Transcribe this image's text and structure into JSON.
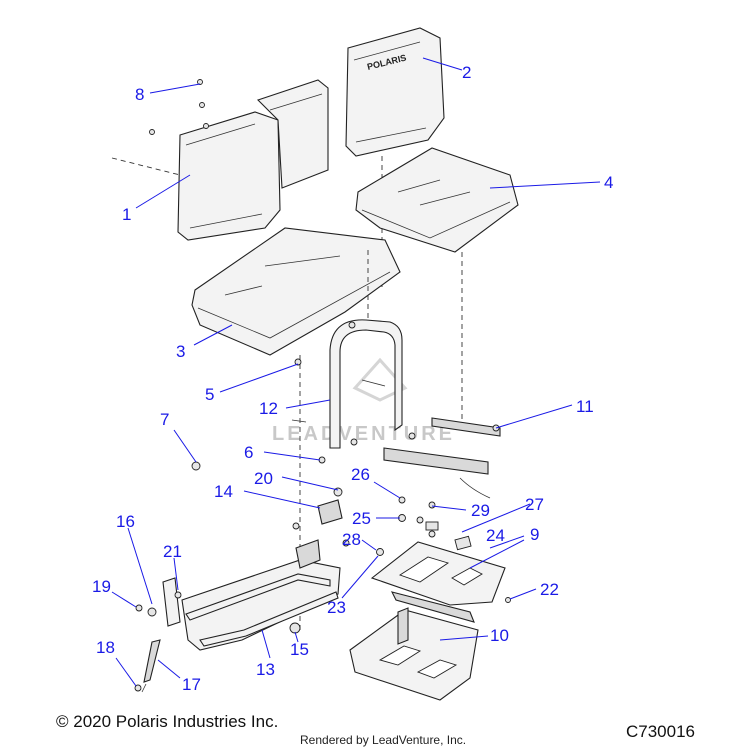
{
  "copyright": "© 2020 Polaris Industries Inc.",
  "part_number": "C730016",
  "rendered_by": "Rendered by LeadVenture, Inc.",
  "watermark": "LEADVENTURE",
  "seat_logo": "POLARIS",
  "callouts": [
    "1",
    "2",
    "3",
    "4",
    "5",
    "6",
    "7",
    "8",
    "9",
    "10",
    "11",
    "12",
    "13",
    "14",
    "15",
    "16",
    "17",
    "18",
    "19",
    "20",
    "21",
    "22",
    "23",
    "24",
    "25",
    "26",
    "27",
    "28",
    "29"
  ],
  "colors": {
    "callout": "#1a1ae6",
    "line": "#222222"
  }
}
